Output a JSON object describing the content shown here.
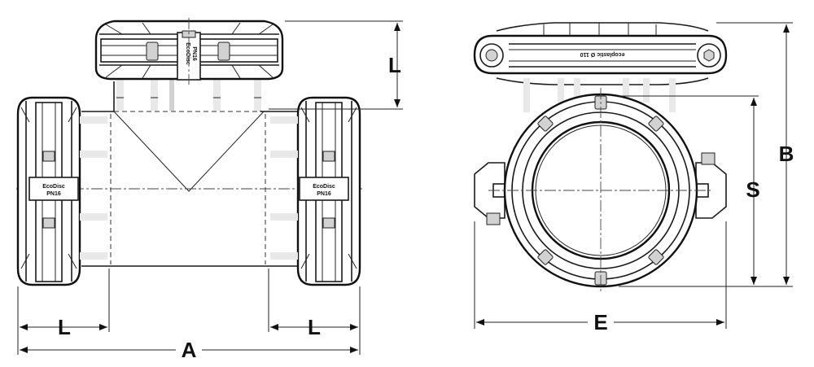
{
  "dimensions": {
    "front_top_length": "L",
    "front_left_length": "L",
    "front_right_length": "L",
    "front_overall_width": "A",
    "side_width": "E",
    "side_height_s": "S",
    "side_height_b": "B"
  },
  "markings": {
    "top_clamp_brand": "EcoDisc",
    "top_clamp_rating": "PN16",
    "left_clamp_brand": "EcoDisc",
    "left_clamp_rating": "PN16",
    "right_clamp_brand": "EcoDisc",
    "right_clamp_rating": "PN16",
    "side_clamp_text": "ecoplastic Ø 110"
  }
}
